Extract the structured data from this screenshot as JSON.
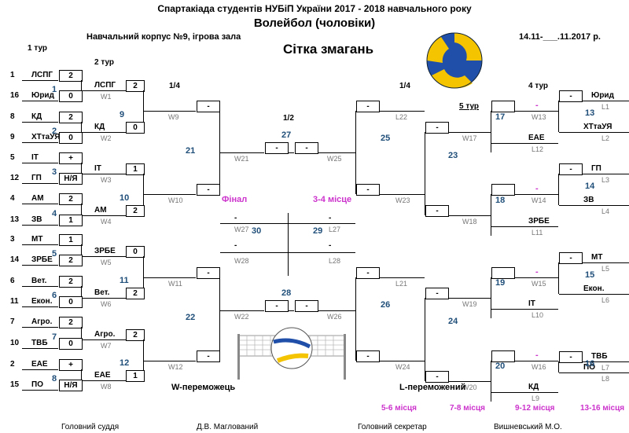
{
  "header": {
    "title": "Спартакіада студентів НУБіП України 2017 - 2018 навчального року",
    "sport": "Волейбол (чоловіки)",
    "venue": "Навчальний корпус №9, ігрова зала",
    "bracket_title": "Сітка змагань",
    "dates": "14.11-___.11.2017 р."
  },
  "round_labels": {
    "r1": "1 тур",
    "r2": "2 тур",
    "q_left": "1/4",
    "q_right": "1/4",
    "semi": "1/2",
    "r4": "4 тур",
    "r5": "5 тур"
  },
  "round1": [
    {
      "seed": "1",
      "team": "ЛСПГ",
      "score": "2"
    },
    {
      "seed": "16",
      "team": "Юрид",
      "score": "0"
    },
    {
      "seed": "8",
      "team": "КД",
      "score": "2"
    },
    {
      "seed": "9",
      "team": "ХТтаУЯ",
      "score": "0"
    },
    {
      "seed": "5",
      "team": "ІТ",
      "score": "+"
    },
    {
      "seed": "12",
      "team": "ГП",
      "score": "Н/Я"
    },
    {
      "seed": "4",
      "team": "АМ",
      "score": "2"
    },
    {
      "seed": "13",
      "team": "ЗВ",
      "score": "1"
    },
    {
      "seed": "3",
      "team": "МТ",
      "score": "1"
    },
    {
      "seed": "14",
      "team": "ЗРБЕ",
      "score": "2"
    },
    {
      "seed": "6",
      "team": "Вет.",
      "score": "2"
    },
    {
      "seed": "11",
      "team": "Екон.",
      "score": "0"
    },
    {
      "seed": "7",
      "team": "Агро.",
      "score": "2"
    },
    {
      "seed": "10",
      "team": "ТВБ",
      "score": "0"
    },
    {
      "seed": "2",
      "team": "ЕАЕ",
      "score": "+"
    },
    {
      "seed": "15",
      "team": "ПО",
      "score": "Н/Я"
    }
  ],
  "round1_games": [
    "1",
    "2",
    "3",
    "4",
    "5",
    "6",
    "7",
    "8"
  ],
  "round2": [
    {
      "team": "ЛСПГ",
      "score": "2",
      "label": "W1"
    },
    {
      "team": "КД",
      "score": "0",
      "label": "W2"
    },
    {
      "team": "ІТ",
      "score": "1",
      "label": "W3"
    },
    {
      "team": "АМ",
      "score": "2",
      "label": "W4"
    },
    {
      "team": "ЗРБЕ",
      "score": "0",
      "label": "W5"
    },
    {
      "team": "Вет.",
      "score": "2",
      "label": "W6"
    },
    {
      "team": "Агро.",
      "score": "2",
      "label": "W7"
    },
    {
      "team": "ЕАЕ",
      "score": "1",
      "label": "W8"
    }
  ],
  "round2_games": [
    "9",
    "10",
    "11",
    "12"
  ],
  "quarter_left": [
    {
      "score": "-",
      "label": "W9"
    },
    {
      "score": "-",
      "label": "W10"
    },
    {
      "score": "-",
      "label": "W11"
    },
    {
      "score": "-",
      "label": "W12"
    }
  ],
  "quarter_left_games": [
    "21",
    "22"
  ],
  "semi_top": {
    "game": "27",
    "left": "-",
    "right": "-",
    "wl": "W21",
    "wr": "W25"
  },
  "semi_bottom": {
    "game": "28",
    "left": "-",
    "right": "-",
    "wl": "W22",
    "wr": "W26"
  },
  "final": {
    "label": "Фінал",
    "game": "30",
    "p1": "-",
    "p2": "-",
    "l1": "W27",
    "l2": "W28"
  },
  "third": {
    "label": "3-4 місце",
    "game": "29",
    "p1": "-",
    "p2": "-",
    "l1": "L27",
    "l2": "L28"
  },
  "quarter_right": [
    {
      "score": "-",
      "label": "L22"
    },
    {
      "score": "-",
      "label": "W23"
    },
    {
      "score": "-",
      "label": "L21"
    },
    {
      "score": "-",
      "label": "W24"
    }
  ],
  "quarter_right_games": [
    "25",
    "26"
  ],
  "r5": [
    {
      "score": "-",
      "label": "W17"
    },
    {
      "score": "-",
      "label": "W18"
    },
    {
      "score": "-",
      "label": "W19"
    },
    {
      "score": "-",
      "label": "W20"
    }
  ],
  "r5_games": [
    "23",
    "24"
  ],
  "r4": [
    {
      "score": "-",
      "label": "W13",
      "team": ""
    },
    {
      "score": "",
      "label": "L12",
      "team": "ЕАЕ"
    },
    {
      "score": "-",
      "label": "W14",
      "team": ""
    },
    {
      "score": "",
      "label": "L11",
      "team": "ЗРБЕ"
    },
    {
      "score": "-",
      "label": "W15",
      "team": ""
    },
    {
      "score": "",
      "label": "L10",
      "team": "ІТ"
    },
    {
      "score": "-",
      "label": "W16",
      "team": ""
    },
    {
      "score": "",
      "label": "L9",
      "team": "КД"
    }
  ],
  "r4_games": [
    "17",
    "18",
    "19",
    "20"
  ],
  "losers_r1": [
    {
      "team": "Юрид",
      "score": "-",
      "label": "L1"
    },
    {
      "team": "ХТтаУЯ",
      "score": "",
      "label": "L2"
    },
    {
      "team": "ГП",
      "score": "-",
      "label": "L3"
    },
    {
      "team": "ЗВ",
      "score": "",
      "label": "L4"
    },
    {
      "team": "МТ",
      "score": "-",
      "label": "L5"
    },
    {
      "team": "Екон.",
      "score": "",
      "label": "L6"
    },
    {
      "team": "ТВБ",
      "score": "-",
      "label": "L7"
    },
    {
      "team": "ПО",
      "score": "",
      "label": "L8"
    }
  ],
  "losers_r1_games": [
    "13",
    "14",
    "15",
    "16"
  ],
  "captions": {
    "winner": "W-переможець",
    "loser": "L-переможений"
  },
  "places": [
    "5-6 місця",
    "7-8 місця",
    "9-12 місця",
    "13-16 місця"
  ],
  "footer": {
    "judge_label": "Головний суддя",
    "judge": "Д.В. Маглований",
    "secretary_label": "Головний секретар",
    "secretary": "Вишневський М.О."
  },
  "colors": {
    "magenta": "#cc33cc",
    "game_number": "#1f4e79",
    "ball_yellow": "#f5c400",
    "ball_blue": "#1f4fa8"
  },
  "icons": [
    "volleyball-icon",
    "volleyball-net-icon"
  ]
}
